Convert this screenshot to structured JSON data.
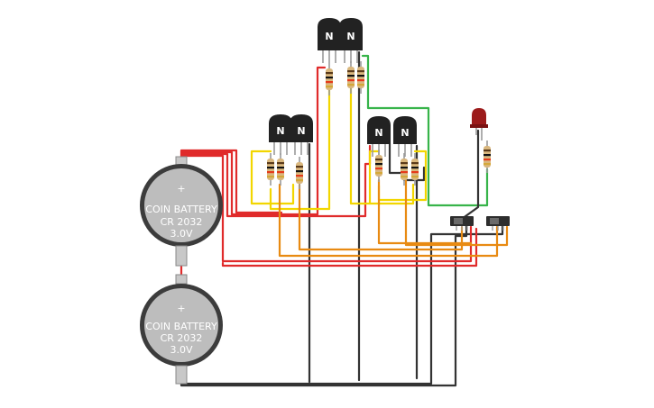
{
  "batteries": [
    {
      "name": "battery-1",
      "label": "COIN BATTERY",
      "model": "CR 2032",
      "voltage": "3.0V",
      "positive": "+"
    },
    {
      "name": "battery-2",
      "label": "COIN BATTERY",
      "model": "CR 2032",
      "voltage": "3.0V",
      "positive": "+"
    }
  ],
  "transistor_label": "N",
  "wire_colors": {
    "red": "#e02b2b",
    "black": "#333333",
    "yellow": "#f2d600",
    "orange": "#e88a12",
    "green": "#37b44a"
  },
  "led_color": "#9c1b1b"
}
